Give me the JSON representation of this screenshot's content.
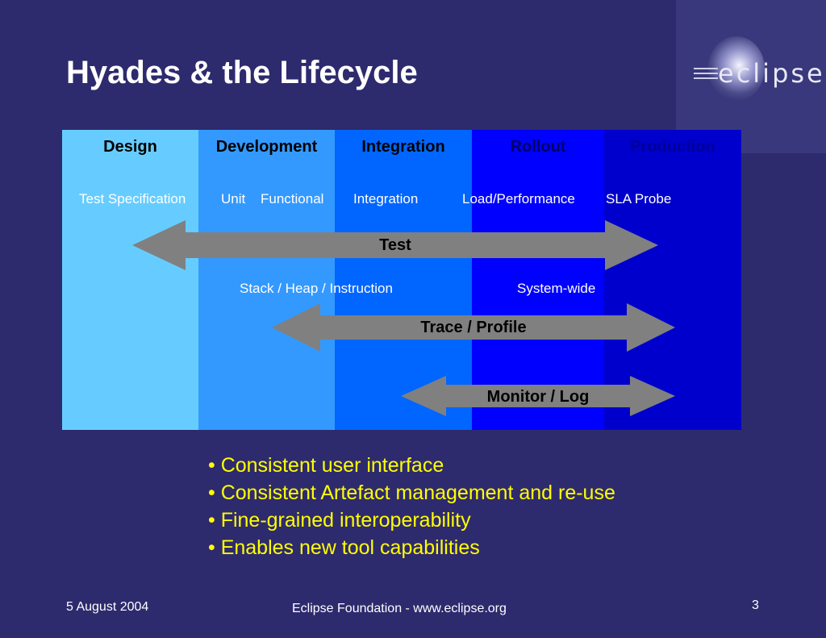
{
  "title": "Hyades & the Lifecycle",
  "logo": {
    "text": "eclipse"
  },
  "phases": [
    {
      "name": "Design",
      "color": "#66ccff",
      "header_color": "#000000"
    },
    {
      "name": "Development",
      "color": "#3399ff",
      "header_color": "#000000"
    },
    {
      "name": "Integration",
      "color": "#0066ff",
      "header_color": "#000000"
    },
    {
      "name": "Rollout",
      "color": "#0000ff",
      "header_color": "#000066"
    },
    {
      "name": "Production",
      "color": "#0000cc",
      "header_color": "#000099"
    }
  ],
  "test_labels": {
    "test_specification": "Test Specification",
    "unit": "Unit",
    "functional": "Functional",
    "integration": "Integration",
    "load_performance": "Load/Performance",
    "sla_probe": "SLA Probe"
  },
  "trace_labels": {
    "stack_heap": "Stack / Heap / Instruction",
    "system_wide": "System-wide"
  },
  "arrows": {
    "test": "Test",
    "trace": "Trace / Profile",
    "monitor": "Monitor / Log"
  },
  "arrow_color": "#808080",
  "bullets": [
    "• Consistent user interface",
    "• Consistent Artefact management and re-use",
    "• Fine-grained interoperability",
    "• Enables new tool capabilities"
  ],
  "bullet_color": "#ffff00",
  "footer": {
    "date": "5 August 2004",
    "center": "Eclipse Foundation - www.eclipse.org",
    "page": "3"
  }
}
